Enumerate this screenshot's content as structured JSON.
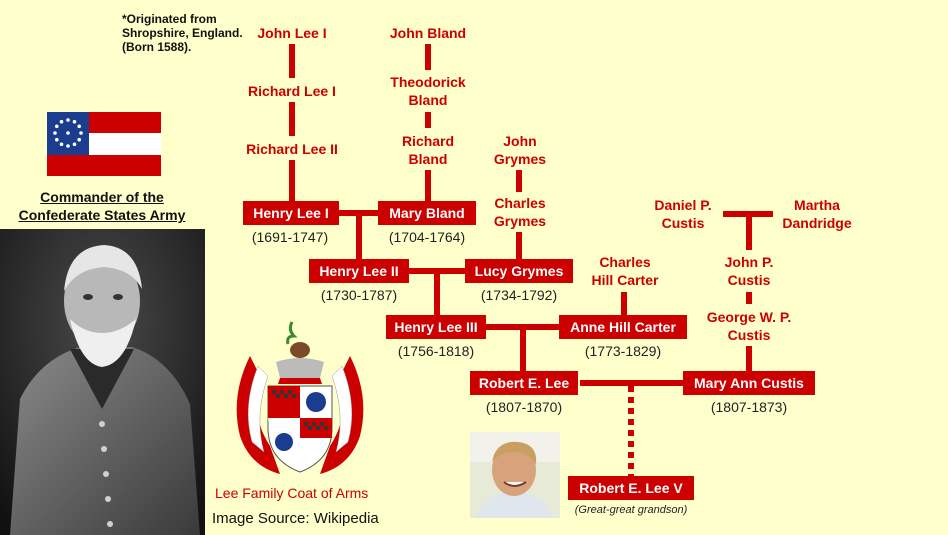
{
  "note": "*Originated from\nShropshire, England.\n(Born 1588).",
  "caption": "Commander of the\nConfederate States Army",
  "coat_caption": "Lee Family Coat of Arms",
  "image_source": "Image Source: Wikipedia",
  "people": {
    "john_lee_i": "John Lee I",
    "richard_lee_i": "Richard Lee I",
    "richard_lee_ii": "Richard Lee II",
    "john_bland": "John Bland",
    "theodorick_bland": "Theodorick\nBland",
    "richard_bland": "Richard\nBland",
    "john_grymes": "John\nGrymes",
    "charles_grymes": "Charles\nGrymes",
    "charles_hill_carter": "Charles\nHill Carter",
    "daniel_custis": "Daniel P.\nCustis",
    "martha_dandridge": "Martha\nDandridge",
    "john_custis": "John P.\nCustis",
    "george_custis": "George W. P.\nCustis"
  },
  "boxes": {
    "henry_lee_i": {
      "name": "Henry Lee I",
      "dates": "(1691-1747)"
    },
    "mary_bland": {
      "name": "Mary Bland",
      "dates": "(1704-1764)"
    },
    "henry_lee_ii": {
      "name": "Henry Lee II",
      "dates": "(1730-1787)"
    },
    "lucy_grymes": {
      "name": "Lucy Grymes",
      "dates": "(1734-1792)"
    },
    "henry_lee_iii": {
      "name": "Henry Lee III",
      "dates": "(1756-1818)"
    },
    "anne_hill_carter": {
      "name": "Anne Hill Carter",
      "dates": "(1773-1829)"
    },
    "robert_e_lee": {
      "name": "Robert E. Lee",
      "dates": "(1807-1870)"
    },
    "mary_ann_custis": {
      "name": "Mary Ann Custis",
      "dates": "(1807-1873)"
    },
    "robert_e_lee_v": {
      "name": "Robert E. Lee V",
      "dates": "(Great-great grandson)"
    }
  },
  "colors": {
    "accent": "#cc0000",
    "background": "#ffffcc",
    "flag_blue": "#1a3d8f"
  }
}
